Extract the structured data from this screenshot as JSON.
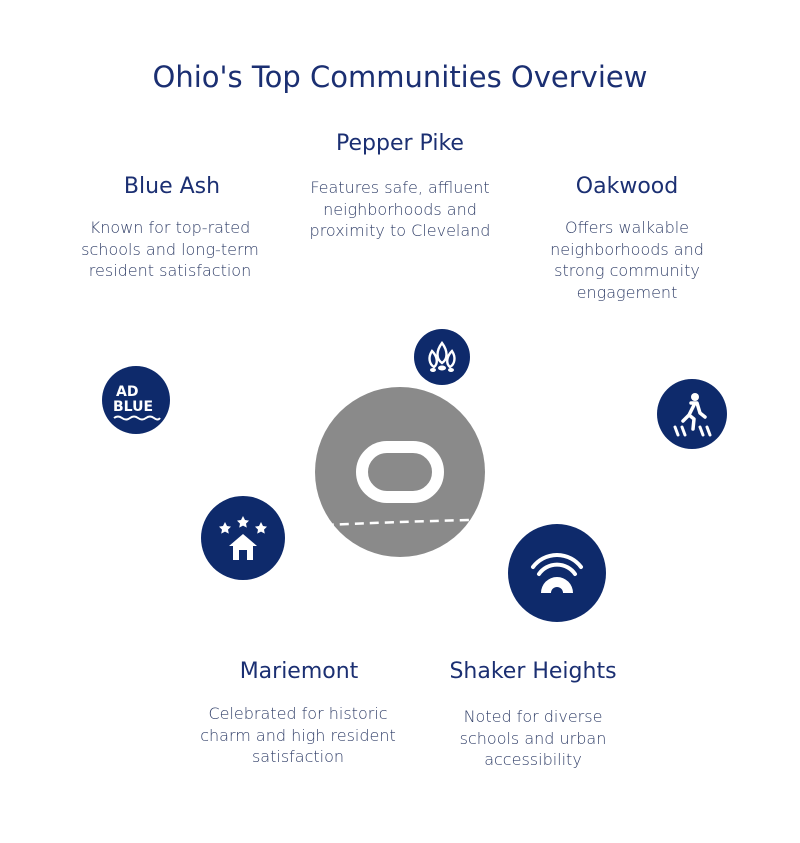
{
  "title": "Ohio's Top Communities Overview",
  "communities": {
    "pepper_pike": {
      "name": "Pepper Pike",
      "description": "Features safe, affluent neighborhoods and proximity to Cleveland",
      "icon": "leaves-icon"
    },
    "blue_ash": {
      "name": "Blue Ash",
      "description": "Known for top-rated schools and long-term resident satisfaction",
      "icon": "ad-blue-logo-icon",
      "icon_text_line1": "AD",
      "icon_text_line2": "BLUE"
    },
    "oakwood": {
      "name": "Oakwood",
      "description": "Offers walkable neighborhoods and strong community engagement",
      "icon": "pedestrian-crossing-icon"
    },
    "mariemont": {
      "name": "Mariemont",
      "description": "Celebrated for historic charm and high resident satisfaction",
      "icon": "rated-house-icon"
    },
    "shaker_heights": {
      "name": "Shaker Heights",
      "description": "Noted for diverse schools and urban accessibility",
      "icon": "signal-arch-icon"
    }
  },
  "colors": {
    "navy": "#0e2a6b",
    "center_gray": "#8a8a8a",
    "text": "#1b2f72"
  }
}
